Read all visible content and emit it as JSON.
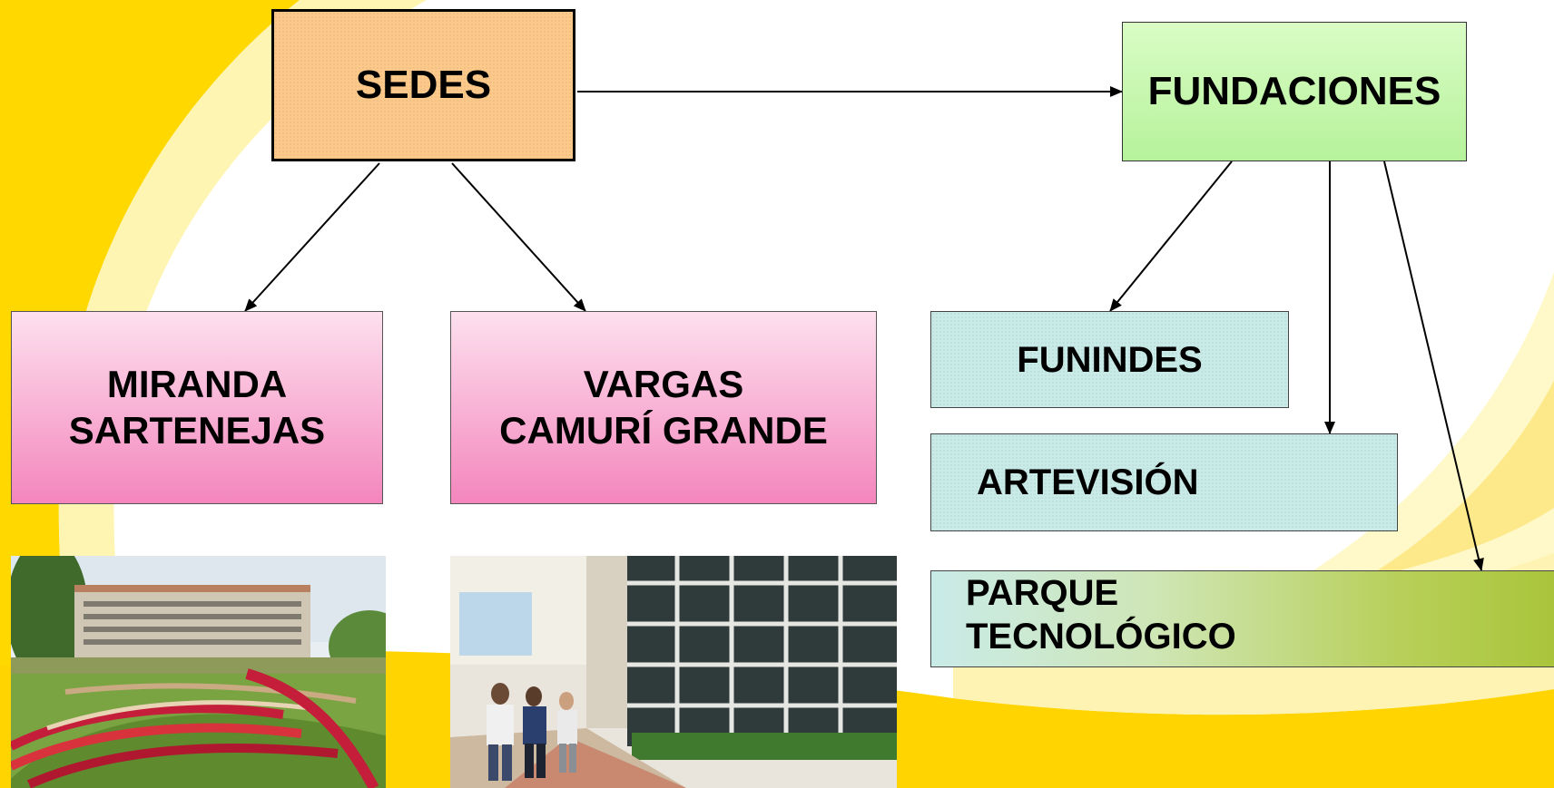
{
  "diagram": {
    "root": {
      "label": "SEDES"
    },
    "foundations": {
      "label": "FUNDACIONES"
    },
    "campuses": [
      {
        "line1": "MIRANDA",
        "line2": "SARTENEJAS"
      },
      {
        "line1": "VARGAS",
        "line2": "CAMURÍ GRANDE"
      }
    ],
    "foundation_items": {
      "funindes": "FUNINDES",
      "artevision": "ARTEVISIÓN",
      "parque_line1": "PARQUE",
      "parque_line2": "TECNOLÓGICO"
    }
  },
  "colors": {
    "background": "#ffd600",
    "sedes_fill": "#fcc98a",
    "fundaciones_fill": "#c6f7ad",
    "campus_fill": "#f9b3d6",
    "foundation_item_fill": "#c9ebe8"
  }
}
